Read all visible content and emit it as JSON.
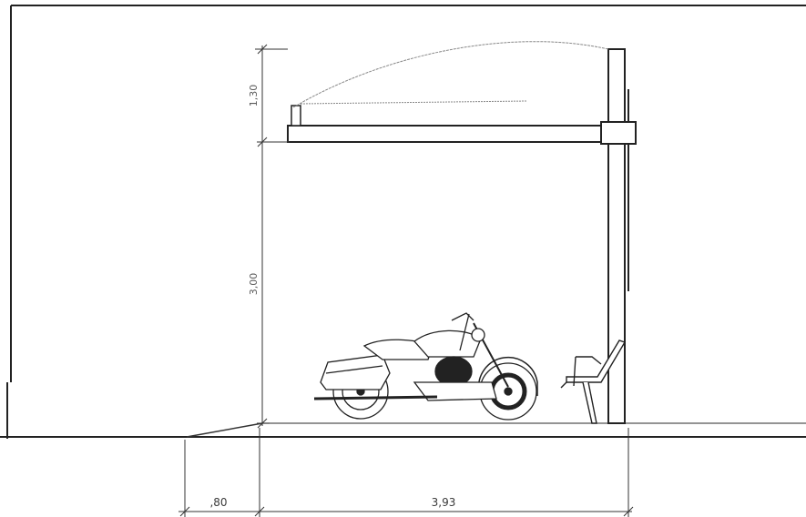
{
  "drawing": {
    "dimensions": {
      "roof_height": "1,30",
      "column_height": "3,00",
      "offset_width": ",80",
      "bay_width": "3,93"
    }
  }
}
